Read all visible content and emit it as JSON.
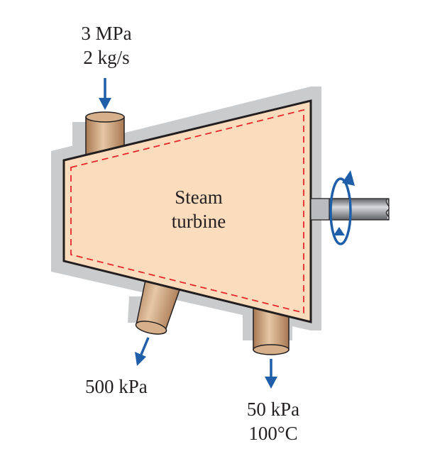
{
  "inlet": {
    "pressure": "3 MPa",
    "mass_flow": "2 kg/s"
  },
  "extraction": {
    "pressure": "500 kPa"
  },
  "exit": {
    "pressure": "50 kPa",
    "temperature": "100°C"
  },
  "device": {
    "line1": "Steam",
    "line2": "turbine"
  },
  "colors": {
    "body_fill": "#fbdcbc",
    "shadow": "#c9cbcd",
    "pipe": "#b98960",
    "pipe_light": "#e2c3a2",
    "boundary_dashes": "#e5262b",
    "arrow": "#1f5ea8",
    "shaft": "#8d9094",
    "outline": "#231f20"
  },
  "icons": [
    "flow-arrow-icon",
    "rotation-arrow-icon"
  ]
}
